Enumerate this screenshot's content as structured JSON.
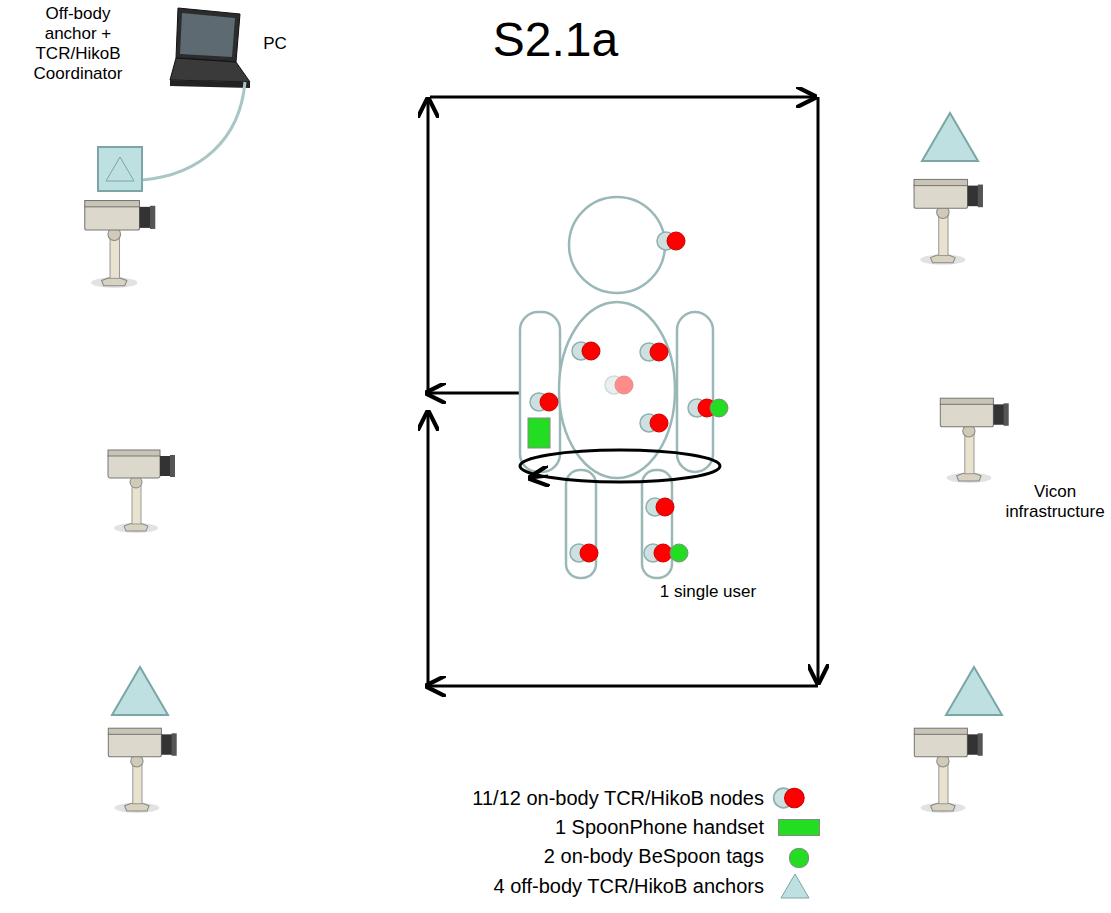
{
  "diagram": {
    "title": "S2.1a",
    "labels": [
      "Off-body anchor + TCR/HikoB Coordinator",
      "PC",
      "Vicon infrastructure",
      "1 single user"
    ],
    "legend": [
      {
        "text": "11/12 on-body TCR/HikoB nodes"
      },
      {
        "text": "1 SpoonPhone handset",
        "color": "#22dd22"
      },
      {
        "text": "2 on-body BeSpoon tags",
        "color": "#22dd22"
      },
      {
        "text": "4 off-body TCR/HikoB anchors"
      }
    ]
  }
}
